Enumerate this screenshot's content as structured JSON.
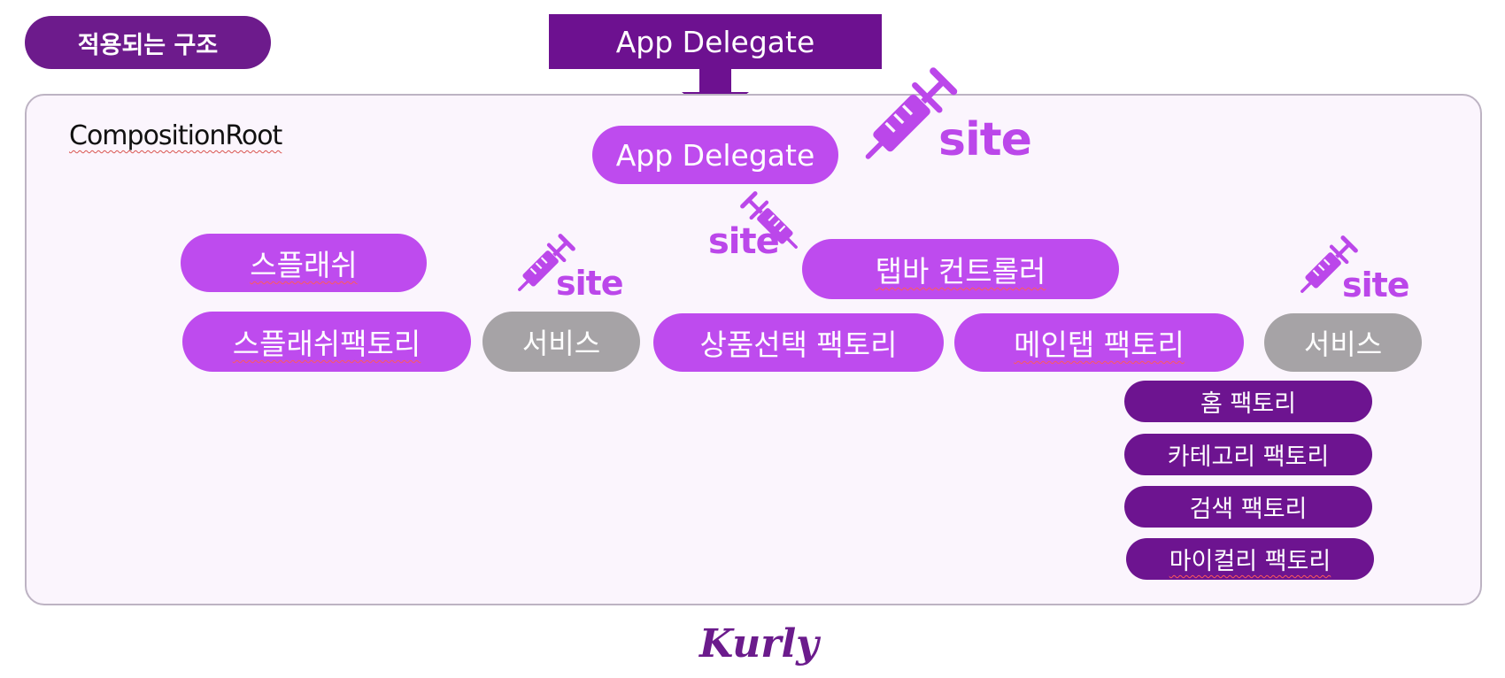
{
  "header": {
    "tag_label": "적용되는 구조",
    "top_box_label": "App Delegate"
  },
  "panel": {
    "label": "CompositionRoot"
  },
  "nodes": {
    "app_delegate": "App Delegate",
    "splash": "스플래쉬",
    "splash_factory": "스플래쉬팩토리",
    "service_left": "서비스",
    "tabbar_controller": "탭바 컨트롤러",
    "product_select_factory": "상품선택 팩토리",
    "main_tab_factory": "메인탭 팩토리",
    "service_right": "서비스",
    "home_factory": "홈 팩토리",
    "category_factory": "카테고리 팩토리",
    "search_factory": "검색 팩토리",
    "mykurly_factory": "마이컬리 팩토리"
  },
  "injection_marks": {
    "label": "site",
    "icon": "syringe-icon",
    "color": "#bb47ea"
  },
  "colors": {
    "dark_purple": "#6d1190",
    "light_purple": "#be4bee",
    "gray": "#a6a3a6",
    "panel_bg": "#fbf5fd"
  },
  "footer": {
    "logo_text": "Kurly"
  }
}
